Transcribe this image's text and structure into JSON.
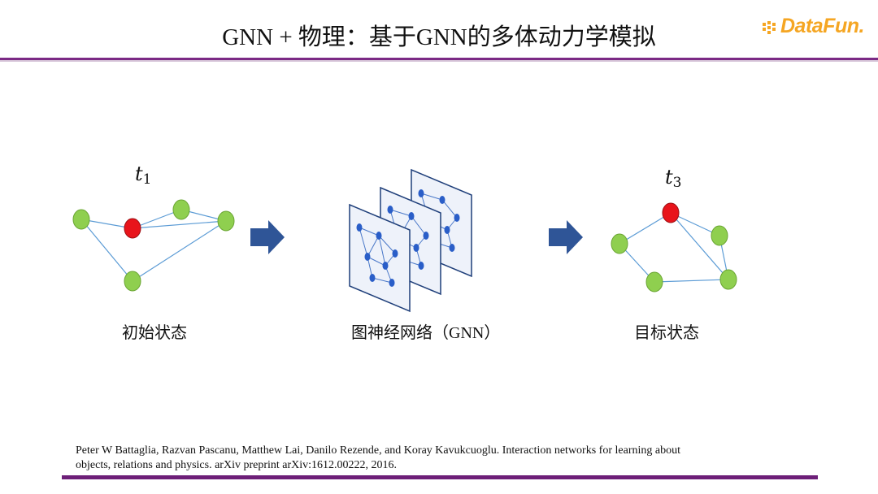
{
  "title": "GNN + 物理：基于GNN的多体动力学模拟",
  "logo": {
    "text": "DataFun."
  },
  "initial": {
    "time_var": "t",
    "time_sub": "1",
    "label": "初始状态"
  },
  "gnn": {
    "label_cn": "图神经网络（",
    "label_latin": "GNN",
    "label_close": "）"
  },
  "target": {
    "time_var": "t",
    "time_sub": "3",
    "label": "目标状态"
  },
  "citation": {
    "line1": "Peter W Battaglia, Razvan Pascanu, Matthew Lai, Danilo Rezende, and Koray Kavukcuoglu. Interaction networks for learning about",
    "line2": "objects, relations and physics. arXiv preprint arXiv:1612.00222, 2016."
  },
  "colors": {
    "accent": "#7b2a85",
    "node_green": "#8fcf4f",
    "node_red": "#e8141b",
    "arrow": "#2f5597",
    "gnn_node": "#2a5ec8",
    "logo": "#f5a623"
  }
}
